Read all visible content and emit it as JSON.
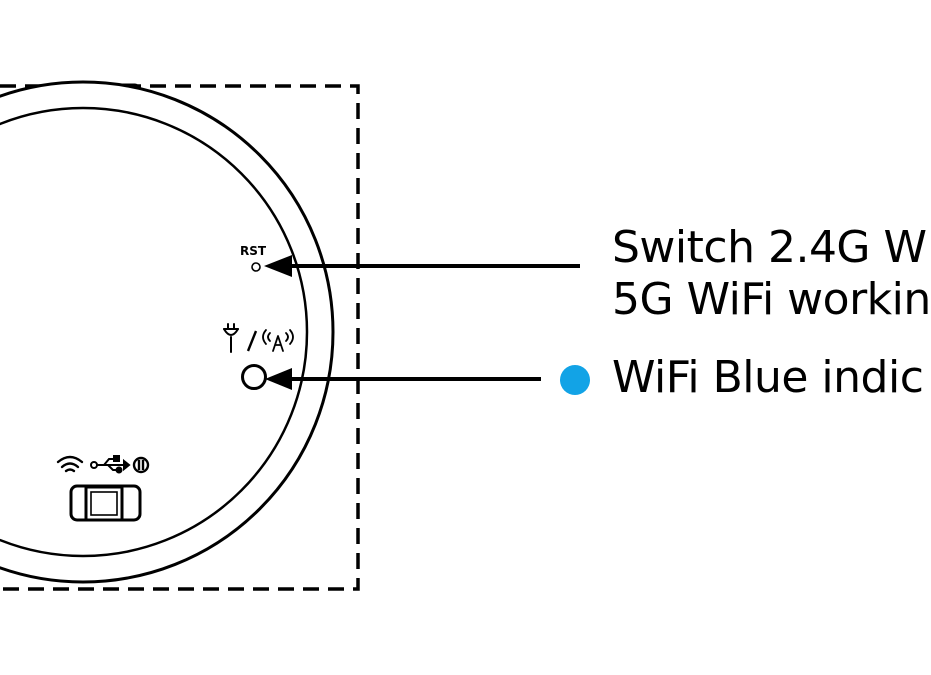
{
  "device": {
    "rst_label": "RST"
  },
  "callouts": {
    "rst_line1": "Switch 2.4G W",
    "rst_line2": "5G WiFi workin",
    "led_text": "WiFi Blue indic"
  },
  "icons": {
    "power_icon": "power-plug-icon",
    "antenna_icon": "antenna-icon",
    "wifi_icon": "wifi-icon",
    "usb_icon": "usb-icon",
    "mode_icon": "power-circle-icon"
  },
  "colors": {
    "led_blue": "#12a3e6",
    "line": "#000000",
    "background": "#ffffff"
  }
}
